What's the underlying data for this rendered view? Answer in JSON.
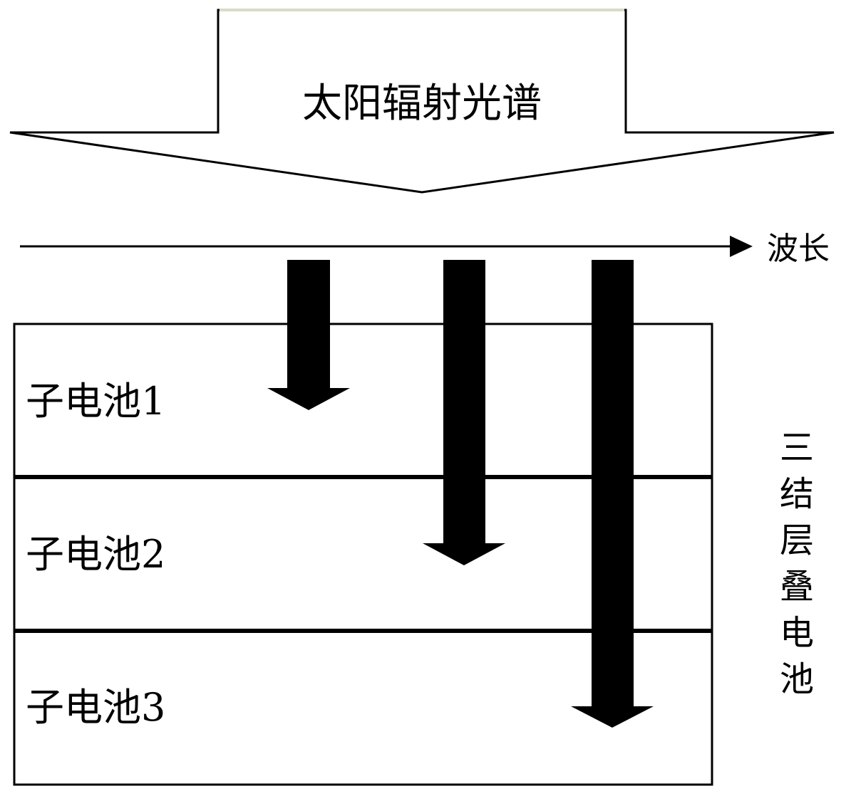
{
  "spectrum_arrow": {
    "label": "太阳辐射光谱"
  },
  "wavelength_axis": {
    "label": "波长"
  },
  "subcells": [
    {
      "label": "子电池1"
    },
    {
      "label": "子电池2"
    },
    {
      "label": "子电池3"
    }
  ],
  "stack_label": [
    "三",
    "结",
    "层",
    "叠",
    "电",
    "池"
  ]
}
